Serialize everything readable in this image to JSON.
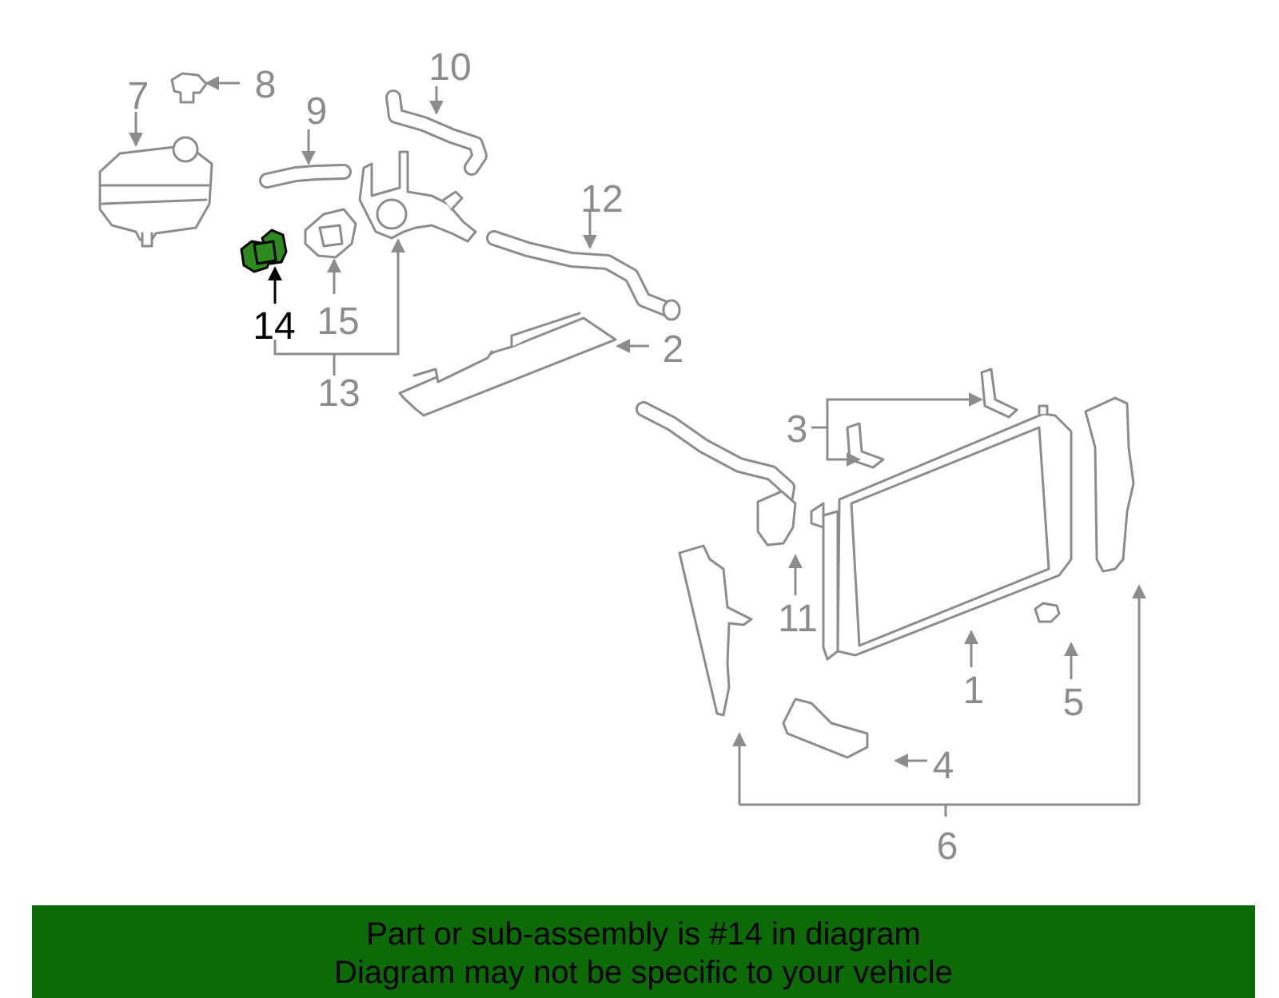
{
  "diagram": {
    "callouts": [
      "1",
      "2",
      "3",
      "4",
      "5",
      "6",
      "7",
      "8",
      "9",
      "10",
      "11",
      "12",
      "13",
      "14",
      "15"
    ],
    "highlighted": "14",
    "highlight_color": "#2d8a1e",
    "line_color": "#8c8c8c"
  },
  "footer": {
    "line1": "Part or sub-assembly is #14 in diagram",
    "line2": "Diagram may not be specific to your vehicle",
    "background": "#0c6b06"
  }
}
